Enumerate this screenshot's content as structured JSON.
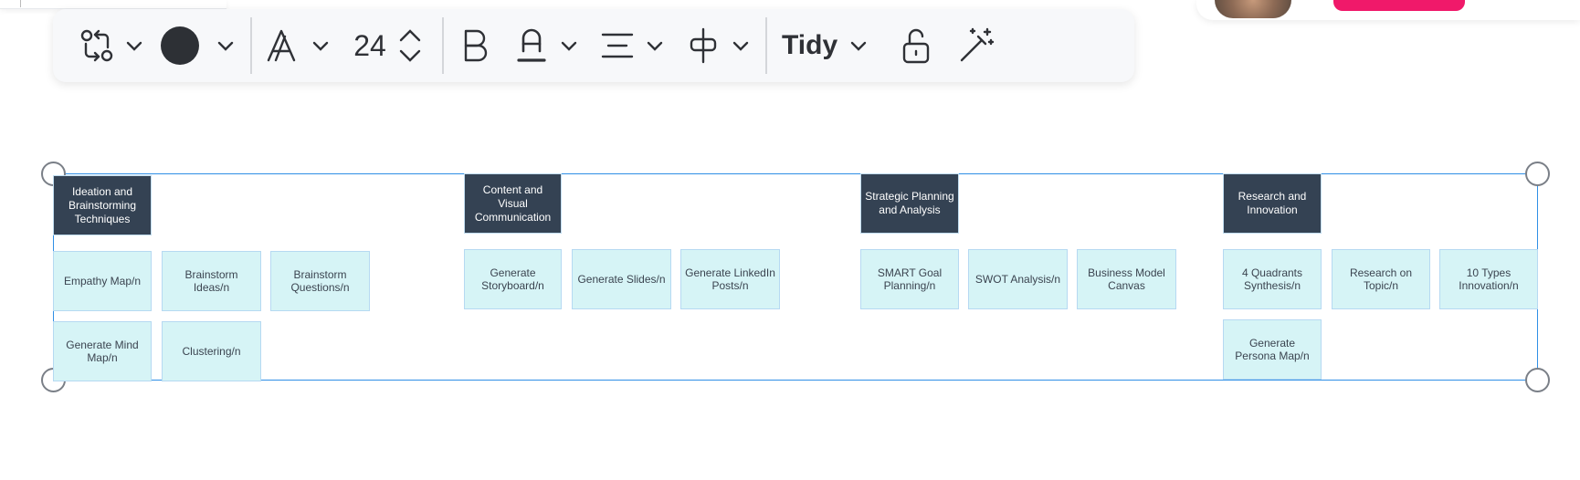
{
  "toolbar": {
    "font_size": "24",
    "tidy_label": "Tidy",
    "color_value": "#2d3035"
  },
  "colors": {
    "accent": "#2f8fe6",
    "header_fill": "#344253",
    "note_fill": "#d6f4f6",
    "brand_pink": "#f0196a"
  },
  "board": {
    "groups": [
      {
        "header": "Ideation and Brainstorming Techniques",
        "notes": [
          "Empathy Map/n",
          "Brainstorm Ideas/n",
          "Brainstorm Questions/n",
          "Generate Mind Map/n",
          "Clustering/n"
        ]
      },
      {
        "header": "Content and Visual Communication",
        "notes": [
          "Generate Storyboard/n",
          "Generate Slides/n",
          "Generate LinkedIn Posts/n"
        ]
      },
      {
        "header": "Strategic Planning and Analysis",
        "notes": [
          "SMART Goal Planning/n",
          "SWOT Analysis/n",
          "Business Model Canvas"
        ]
      },
      {
        "header": "Research and Innovation",
        "notes": [
          "4 Quadrants Synthesis/n",
          "Research on Topic/n",
          "10 Types Innovation/n",
          "Generate Persona Map/n"
        ]
      }
    ]
  }
}
